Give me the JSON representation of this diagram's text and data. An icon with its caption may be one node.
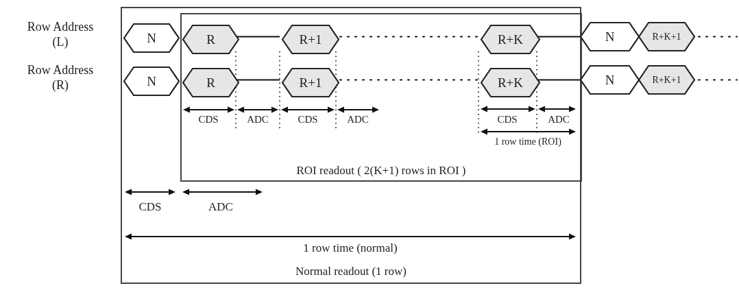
{
  "diagram": {
    "nodes": [
      {
        "text": [
          "Normal readout (1 row)"
        ]
      },
      {
        "text": [
          "ROI readout ( 2(K+1) rows in ROI )"
        ],
        "in": 0
      },
      {
        "text": [
          "N"
        ],
        "in": 0
      },
      {
        "text": [
          "R"
        ],
        "in": 1
      },
      {
        "text": [
          "R+1"
        ],
        "in": 1
      },
      {
        "text": [
          "R+K"
        ],
        "in": 1
      },
      {
        "text": [
          "N"
        ]
      },
      {
        "text": [
          "R+K+1"
        ]
      },
      {
        "text": [
          "N"
        ],
        "in": 0
      },
      {
        "text": [
          "R"
        ],
        "in": 1
      },
      {
        "text": [
          "R+1"
        ],
        "in": 1
      },
      {
        "text": [
          "R+K"
        ],
        "in": 1
      },
      {
        "text": [
          "N"
        ]
      },
      {
        "text": [
          "R+K+1"
        ]
      }
    ],
    "edges": [
      {
        "from": 3,
        "to": 4,
        "arrow": "none"
      },
      {
        "from": 4,
        "to": 5,
        "arrow": "none",
        "style": "dashed"
      },
      {
        "from": 5,
        "to": 6,
        "arrow": "none"
      },
      {
        "from": 7,
        "to": null,
        "arrow": "none",
        "style": "dashed"
      },
      {
        "from": 9,
        "to": 10,
        "arrow": "none"
      },
      {
        "from": 10,
        "to": 11,
        "arrow": "none",
        "style": "dashed"
      },
      {
        "from": 11,
        "to": 12,
        "arrow": "none"
      },
      {
        "from": 13,
        "to": null,
        "arrow": "none",
        "style": "dashed"
      }
    ],
    "labels": [
      "Row Address (L)",
      "Row Address (R)",
      "CDS",
      "ADC",
      "CDS",
      "ADC",
      "CDS",
      "ADC",
      "1 row time (ROI)",
      "CDS",
      "ADC",
      "1 row time (normal)"
    ]
  }
}
